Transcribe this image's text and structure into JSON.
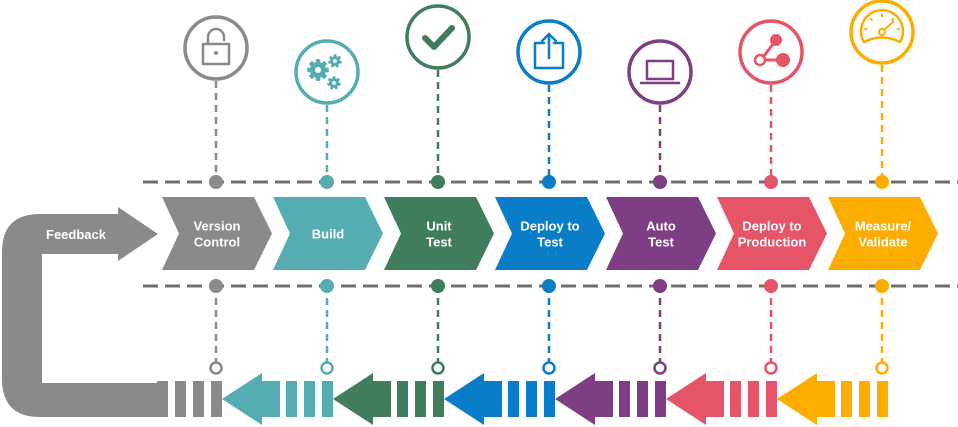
{
  "title": "DevOps Pipeline",
  "feedback": {
    "label": "Feedback",
    "color": "#8a8a8a"
  },
  "divider_color": "#6f6f6f",
  "stages": [
    {
      "id": "version-control",
      "lines": [
        "Version",
        "Control"
      ],
      "color": "#8a8a8a",
      "icon": "unlock-icon"
    },
    {
      "id": "build",
      "lines": [
        "Build"
      ],
      "color": "#55acb1",
      "icon": "gears-icon"
    },
    {
      "id": "unit-test",
      "lines": [
        "Unit",
        "Test"
      ],
      "color": "#3f7d5c",
      "icon": "checkmark-icon"
    },
    {
      "id": "deploy-to-test",
      "lines": [
        "Deploy to",
        "Test"
      ],
      "color": "#0a7dc8",
      "icon": "upload-share-icon"
    },
    {
      "id": "auto-test",
      "lines": [
        "Auto",
        "Test"
      ],
      "color": "#7e3e84",
      "icon": "laptop-icon"
    },
    {
      "id": "deploy-to-production",
      "lines": [
        "Deploy to",
        "Production"
      ],
      "color": "#e65468",
      "icon": "share-nodes-icon"
    },
    {
      "id": "measure-validate",
      "lines": [
        "Measure/",
        "Validate"
      ],
      "color": "#fdad00",
      "icon": "speedometer-icon"
    }
  ]
}
